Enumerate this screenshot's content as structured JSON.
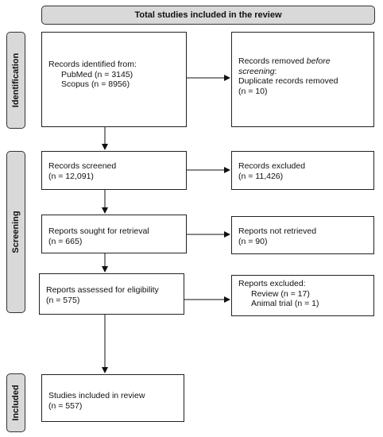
{
  "header": {
    "title": "Total studies included in the review"
  },
  "phases": {
    "identification": "Identification",
    "screening": "Screening",
    "included": "Included"
  },
  "identified": {
    "title": "Records identified from:",
    "pubmed": "PubMed (n = 3145)",
    "scopus": "Scopus (n = 8956)"
  },
  "removed": {
    "line1_a": "Records removed ",
    "line1_b": "before",
    "line2_a": "screening",
    "line2_b": ":",
    "line3": "Duplicate records removed",
    "line4": "(n = 10)"
  },
  "screened": {
    "title": "Records screened",
    "count": "(n = 12,091)"
  },
  "excluded": {
    "title": "Records excluded",
    "count": "(n = 11,426)"
  },
  "sought": {
    "title": "Reports sought for retrieval",
    "count": "(n = 665)"
  },
  "not_retrieved": {
    "title": "Reports not retrieved",
    "count": "(n = 90)"
  },
  "assessed": {
    "title": "Reports assessed for eligibility",
    "count": "(n = 575)"
  },
  "reports_excluded": {
    "title": "Reports excluded:",
    "review": "Review (n = 17)",
    "animal": "Animal trial (n = 1)"
  },
  "included": {
    "title": "Studies included in review",
    "count": "(n = 557)"
  }
}
